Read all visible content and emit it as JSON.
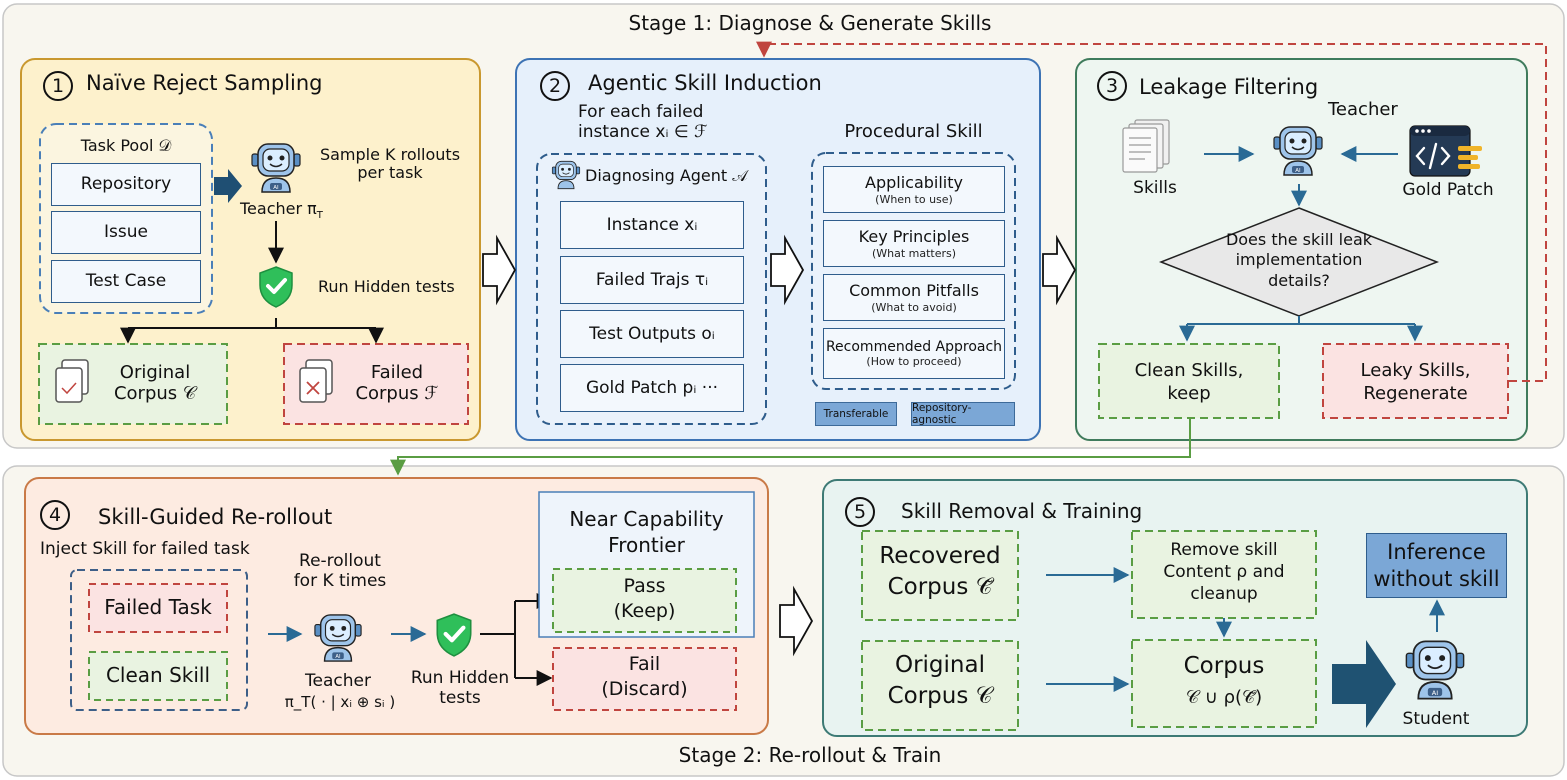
{
  "stage1": {
    "title": "Stage 1: Diagnose & Generate Skills"
  },
  "stage2": {
    "title": "Stage 2: Re-rollout & Train"
  },
  "panel1": {
    "number": "1",
    "title": "Naïve Reject Sampling",
    "task_pool_label": "Task Pool 𝒟",
    "task_items": [
      "Repository",
      "Issue",
      "Test Case"
    ],
    "teacher_label": "Teacher π",
    "teacher_sub": "T",
    "sample_text": [
      "Sample K rollouts",
      "per task"
    ],
    "run_tests": "Run Hidden tests",
    "original_corpus": [
      "Original",
      "Corpus 𝒞"
    ],
    "failed_corpus": [
      "Failed",
      "Corpus ℱ"
    ]
  },
  "panel2": {
    "number": "2",
    "title": "Agentic Skill Induction",
    "for_each": [
      "For each failed",
      "instance xᵢ ∈ ℱ"
    ],
    "agent_label": "Diagnosing Agent 𝒜",
    "inputs": [
      "Instance xᵢ",
      "Failed Trajs τᵢ",
      "Test Outputs oᵢ",
      "Gold Patch pᵢ ···"
    ],
    "procedural_title": "Procedural Skill",
    "skill_items": [
      {
        "label": "Applicability",
        "sub": "(When to use)"
      },
      {
        "label": "Key Principles",
        "sub": "(What matters)"
      },
      {
        "label": "Common Pitfalls",
        "sub": "(What to avoid)"
      },
      {
        "label": "Recommended Approach",
        "sub": "(How to proceed)"
      }
    ],
    "tags": [
      "Transferable",
      "Repository-agnostic"
    ]
  },
  "panel3": {
    "number": "3",
    "title": "Leakage Filtering",
    "teacher": "Teacher",
    "skills": "Skills",
    "gold_patch": "Gold Patch",
    "question": [
      "Does the skill leak",
      "implementation",
      "details?"
    ],
    "clean": [
      "Clean Skills,",
      "keep"
    ],
    "leaky": [
      "Leaky Skills,",
      "Regenerate"
    ]
  },
  "panel4": {
    "number": "4",
    "title": "Skill-Guided Re-rollout",
    "inject": "Inject Skill for failed task",
    "failed_task": "Failed Task",
    "clean_skill": "Clean Skill",
    "rerollout": [
      "Re-rollout",
      "for K times"
    ],
    "teacher": "Teacher",
    "teacher_formula": "π_T( · | xᵢ ⊕ sᵢ )",
    "run_tests": [
      "Run Hidden",
      "tests"
    ],
    "frontier_title": [
      "Near Capability",
      "Frontier"
    ],
    "pass": [
      "Pass",
      "(Keep)"
    ],
    "fail": [
      "Fail",
      "(Discard)"
    ]
  },
  "panel5": {
    "number": "5",
    "title": "Skill Removal & Training",
    "recovered": [
      "Recovered",
      "Corpus 𝒞̃"
    ],
    "original": [
      "Original",
      "Corpus 𝒞"
    ],
    "remove": [
      "Remove skill",
      "Content ρ and",
      "cleanup"
    ],
    "corpus_title": "Corpus",
    "corpus_formula": "𝒞 ∪ ρ(𝒞̃)",
    "inference": [
      "Inference",
      "without skill"
    ],
    "student": "Student"
  },
  "colors": {
    "panel1_fill": "#fdf1cc",
    "panel1_border": "#c9982f",
    "panel2_fill": "#e6f0fb",
    "panel2_border": "#3d73b4",
    "panel3_fill": "#eef6f1",
    "panel3_border": "#3f7b5c",
    "panel4_fill": "#fdebe1",
    "panel4_border": "#c97a47",
    "panel5_fill": "#e8f3f1",
    "panel5_border": "#3d7a75",
    "green_dash": "#5a9d43",
    "red_dash": "#c0453f",
    "blue_dash": "#4a7fb8",
    "arrow_dark": "#1f5272",
    "inference_fill": "#7ba7d6"
  }
}
